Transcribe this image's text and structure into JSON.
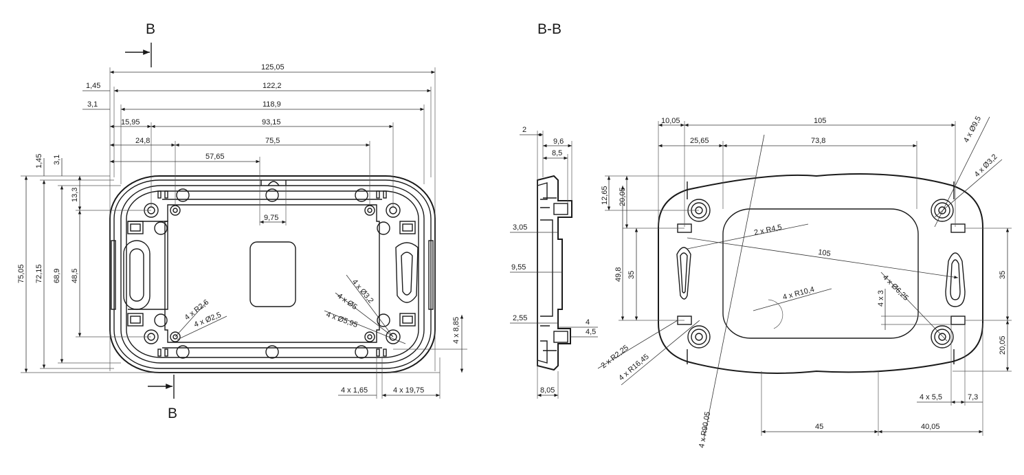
{
  "section_markers": {
    "top_marker": "B",
    "bottom_marker": "B",
    "section_title": "B-B"
  },
  "front_view": {
    "h_dims": [
      "125,05",
      "1,45",
      "122,2",
      "3,1",
      "118,9",
      "15,95",
      "93,15",
      "24,8",
      "75,5",
      "57,65",
      "9,75"
    ],
    "v_dims": [
      "1,45",
      "3,1",
      "13,3",
      "75,05",
      "72,15",
      "68,9",
      "48,5"
    ],
    "callouts": [
      "4 x R2,6",
      "4 x Ø2,5",
      "4 x Ø3,2",
      "4 x Ø5",
      "4 x Ø5,95",
      "4 x 8,85",
      "4 x 1,65",
      "4 x 19,75"
    ]
  },
  "section_view": {
    "dims": [
      "2",
      "9,6",
      "8,5",
      "3,05",
      "9,55",
      "2,55",
      "4",
      "4,5",
      "8,05"
    ]
  },
  "back_view": {
    "h_dims": [
      "10,05",
      "105",
      "25,65",
      "73,8",
      "45",
      "40,05",
      "4 x 5,5",
      "7,3"
    ],
    "v_dims": [
      "12,65",
      "20,05",
      "49,8",
      "35",
      "35",
      "20,05",
      "4 x 3"
    ],
    "callouts": [
      "4 x Ø9,5",
      "4 x Ø3,2",
      "2 x R4,5",
      "105",
      "4 x R10,4",
      "4 x Ø6,25",
      "2 x R2,25",
      "4 x R16,45",
      "4 x R90,05"
    ]
  }
}
